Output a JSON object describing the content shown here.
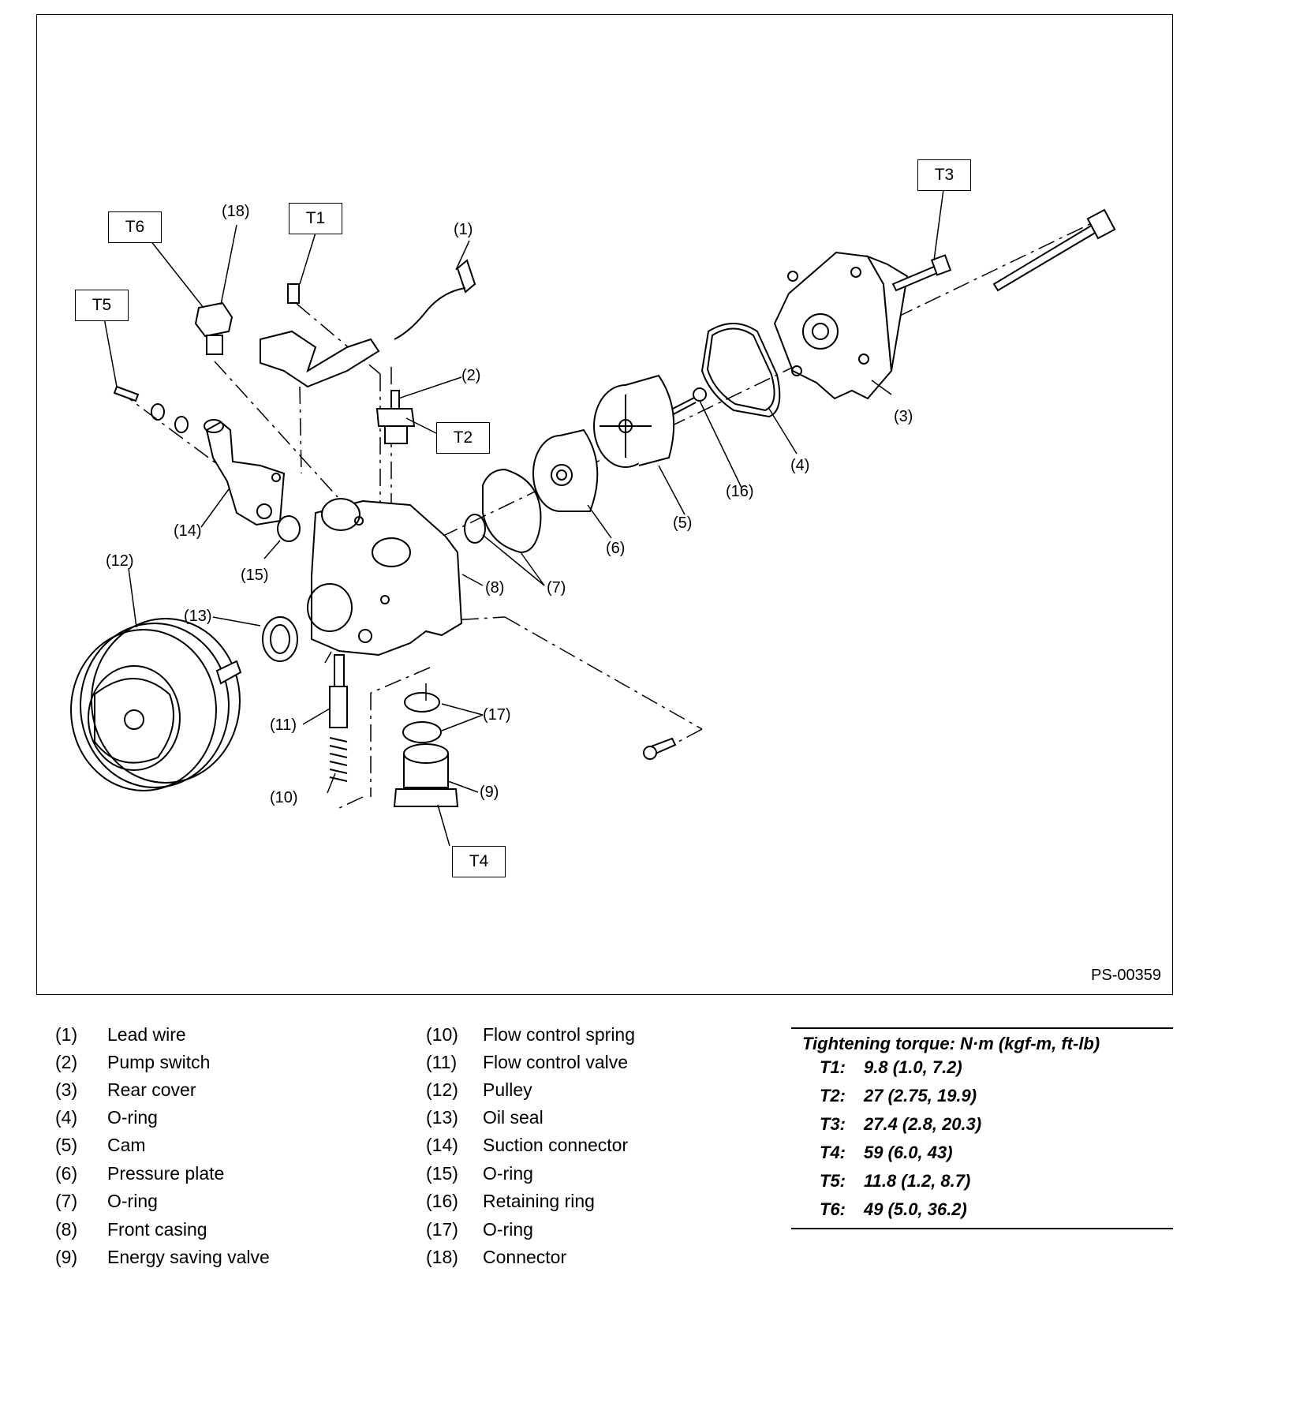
{
  "figure_id": "PS-00359",
  "callouts": {
    "c1": "(1)",
    "c2": "(2)",
    "c3": "(3)",
    "c4": "(4)",
    "c5": "(5)",
    "c6": "(6)",
    "c7": "(7)",
    "c8": "(8)",
    "c9": "(9)",
    "c10": "(10)",
    "c11": "(11)",
    "c12": "(12)",
    "c13": "(13)",
    "c14": "(14)",
    "c15": "(15)",
    "c16": "(16)",
    "c17": "(17)",
    "c18": "(18)"
  },
  "torque_boxes": {
    "T1": "T1",
    "T2": "T2",
    "T3": "T3",
    "T4": "T4",
    "T5": "T5",
    "T6": "T6"
  },
  "parts": [
    {
      "num": "(1)",
      "name": "Lead wire"
    },
    {
      "num": "(2)",
      "name": "Pump switch"
    },
    {
      "num": "(3)",
      "name": "Rear cover"
    },
    {
      "num": "(4)",
      "name": "O-ring"
    },
    {
      "num": "(5)",
      "name": "Cam"
    },
    {
      "num": "(6)",
      "name": "Pressure plate"
    },
    {
      "num": "(7)",
      "name": "O-ring"
    },
    {
      "num": "(8)",
      "name": "Front casing"
    },
    {
      "num": "(9)",
      "name": "Energy saving valve"
    },
    {
      "num": "(10)",
      "name": "Flow control spring"
    },
    {
      "num": "(11)",
      "name": "Flow control valve"
    },
    {
      "num": "(12)",
      "name": "Pulley"
    },
    {
      "num": "(13)",
      "name": "Oil seal"
    },
    {
      "num": "(14)",
      "name": "Suction connector"
    },
    {
      "num": "(15)",
      "name": "O-ring"
    },
    {
      "num": "(16)",
      "name": "Retaining ring"
    },
    {
      "num": "(17)",
      "name": "O-ring"
    },
    {
      "num": "(18)",
      "name": "Connector"
    }
  ],
  "torque": {
    "heading": "Tightening torque: N·m (kgf-m, ft-lb)",
    "rows": [
      {
        "key": "T1:",
        "value": "9.8 (1.0, 7.2)"
      },
      {
        "key": "T2:",
        "value": "27 (2.75, 19.9)"
      },
      {
        "key": "T3:",
        "value": "27.4 (2.8, 20.3)"
      },
      {
        "key": "T4:",
        "value": "59 (6.0, 43)"
      },
      {
        "key": "T5:",
        "value": "11.8 (1.2, 8.7)"
      },
      {
        "key": "T6:",
        "value": "49 (5.0, 36.2)"
      }
    ]
  }
}
